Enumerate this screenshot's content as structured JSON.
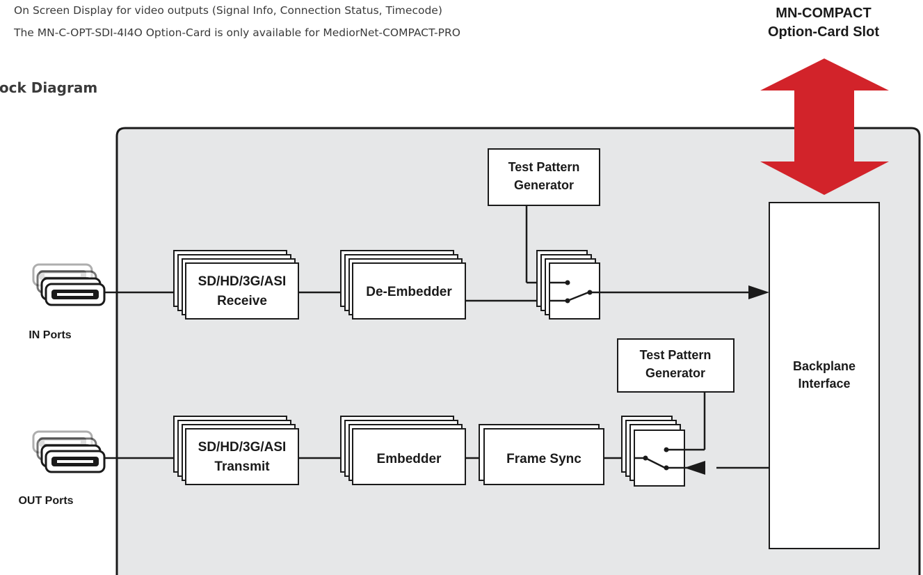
{
  "intro_lines": [
    "On Screen Display for video outputs (Signal Info, Connection Status, Timecode)",
    "The MN-C-OPT-SDI-4I4O Option-Card is only available for MediorNet-COMPACT-PRO"
  ],
  "section_title": "lock Diagram",
  "slot": {
    "line1": "MN-COMPACT",
    "line2": "Option-Card Slot"
  },
  "ports": {
    "in_label": "IN Ports",
    "out_label": "OUT Ports"
  },
  "blocks": {
    "receive": {
      "line1": "SD/HD/3G/ASI",
      "line2": "Receive"
    },
    "de_embedder": "De-Embedder",
    "tpg_top": {
      "line1": "Test Pattern",
      "line2": "Generator"
    },
    "transmit": {
      "line1": "SD/HD/3G/ASI",
      "line2": "Transmit"
    },
    "embedder": "Embedder",
    "frame_sync": "Frame Sync",
    "tpg_bottom": {
      "line1": "Test Pattern",
      "line2": "Generator"
    },
    "backplane": {
      "line1": "Backplane",
      "line2": "Interface"
    }
  },
  "colors": {
    "panel": "#e6e7e8",
    "stroke": "#1a1a1a",
    "arrow_red": "#d2232a",
    "text": "#3a3a3a"
  }
}
